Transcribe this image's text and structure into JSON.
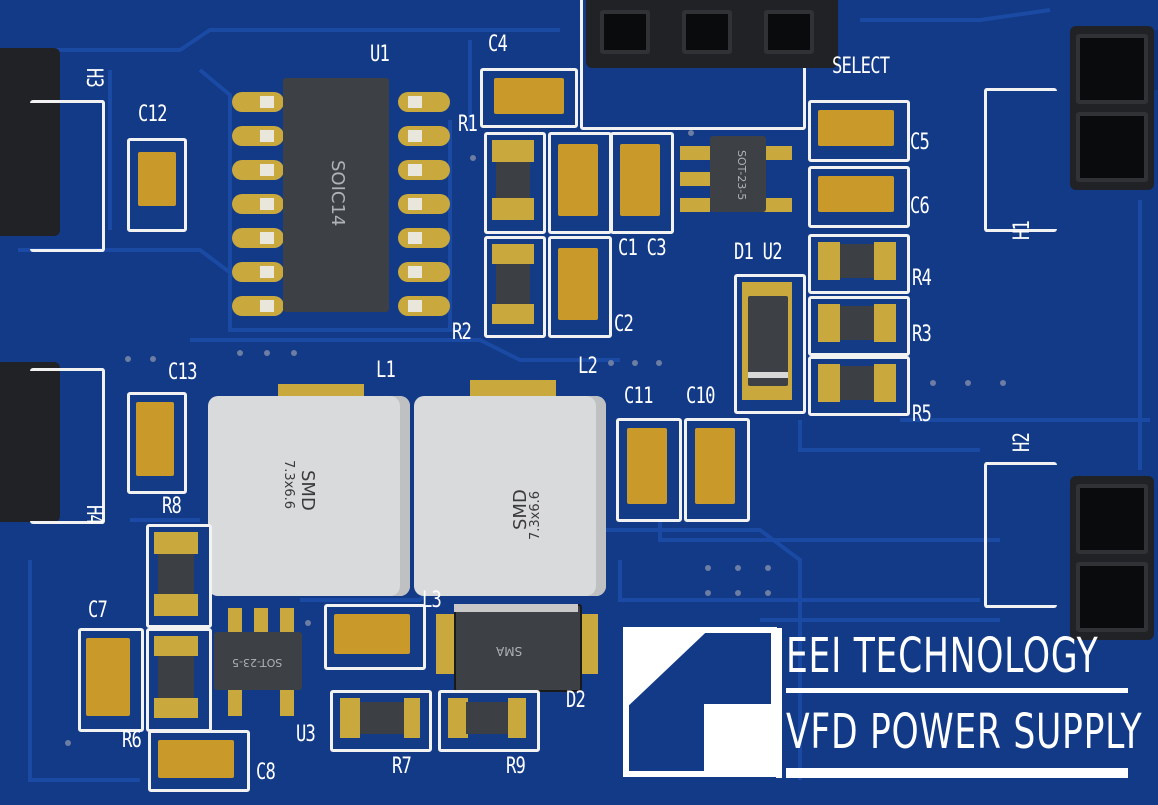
{
  "board": {
    "colors": {
      "pcb": "#123a86",
      "trace": "#1a4aa3",
      "silk": "#ffffff",
      "pad": "#c9a83d",
      "body": "#3d4045"
    },
    "logo": {
      "line1": "EEI TECHNOLOGY",
      "line2": "VFD POWER SUPPLY"
    },
    "labels": {
      "u1": "U1",
      "soic": "SOIC14",
      "c4": "C4",
      "r1": "R1",
      "select": "SELECT",
      "c5": "C5",
      "c6": "C6",
      "h3": "H3",
      "c12": "C12",
      "c1c3": "C1 C3",
      "r2": "R2",
      "c2": "C2",
      "d1u2": "D1 U2",
      "r4": "R4",
      "r3": "R3",
      "r5": "R5",
      "h1": "H1",
      "c13": "C13",
      "l1": "L1",
      "l2": "L2",
      "c11": "C11",
      "c10": "C10",
      "h2": "H2",
      "h4": "H4",
      "r8": "R8",
      "c7": "C7",
      "r6": "R6",
      "c8": "C8",
      "l3": "L3",
      "d2": "D2",
      "u3": "U3",
      "r7": "R7",
      "r9": "R9"
    },
    "packages": {
      "smd1": "SMD",
      "smd1_size": "7.3x6.6",
      "smd2": "SMD",
      "smd2_size": "7.3x6.6",
      "sot_u2": "SOT-23-5",
      "sot_u3": "SOT-23-5",
      "sma": "SMA"
    }
  }
}
